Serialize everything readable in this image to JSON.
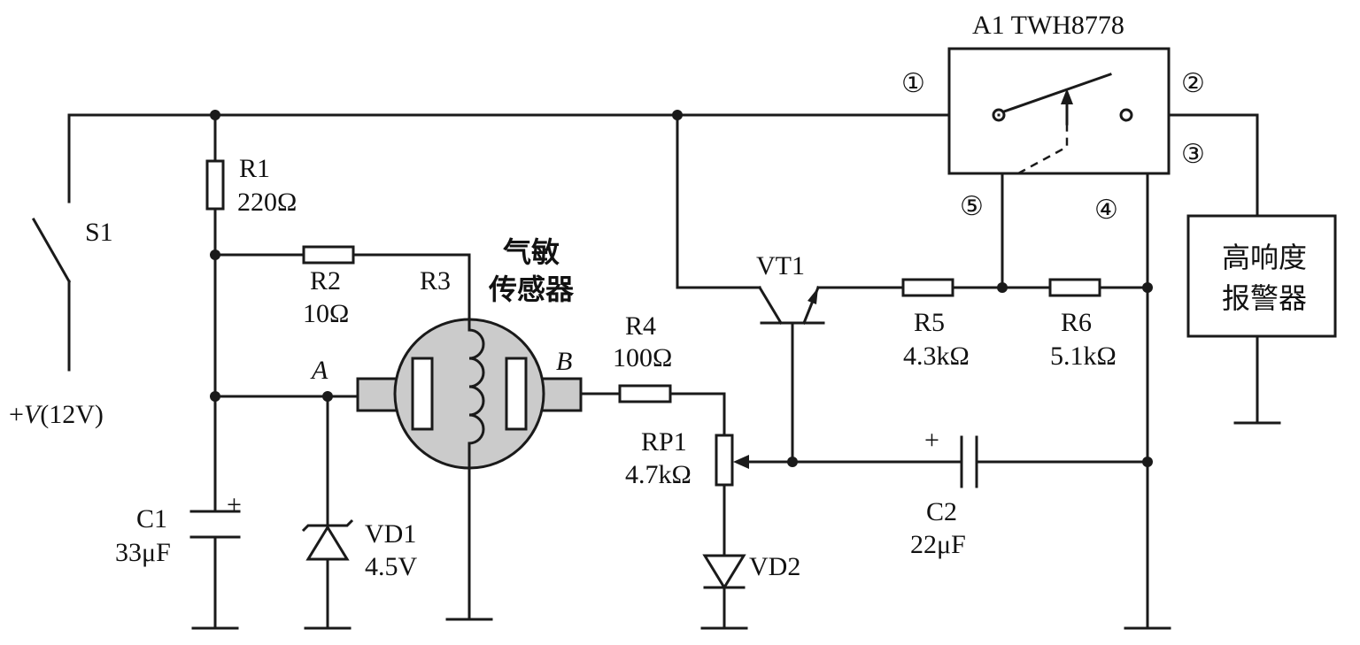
{
  "relay": {
    "title": "A1  TWH8778",
    "pins": [
      "①",
      "②",
      "③",
      "④",
      "⑤"
    ]
  },
  "switch": {
    "label": "S1"
  },
  "supply": {
    "label_prefix": "+",
    "label_var": "V",
    "label_suffix": "(12V)"
  },
  "sensor": {
    "ref": "R3",
    "name_line1": "气敏",
    "name_line2": "传感器",
    "node_a": "A",
    "node_b": "B"
  },
  "alarm": {
    "line1": "高响度",
    "line2": "报警器"
  },
  "transistor": {
    "ref": "VT1"
  },
  "resistors": [
    {
      "ref": "R1",
      "value": "220Ω"
    },
    {
      "ref": "R2",
      "value": "10Ω"
    },
    {
      "ref": "R4",
      "value": "100Ω"
    },
    {
      "ref": "RP1",
      "value": "4.7kΩ"
    },
    {
      "ref": "R5",
      "value": "4.3kΩ"
    },
    {
      "ref": "R6",
      "value": "5.1kΩ"
    }
  ],
  "capacitors": [
    {
      "ref": "C1",
      "value": "33μF",
      "polarity": "+"
    },
    {
      "ref": "C2",
      "value": "22μF",
      "polarity": "+"
    }
  ],
  "diodes": [
    {
      "ref": "VD1",
      "value": "4.5V"
    },
    {
      "ref": "VD2"
    }
  ],
  "colors": {
    "sensor_fill": "#cbcbcb",
    "ink": "#1a1a1a"
  }
}
